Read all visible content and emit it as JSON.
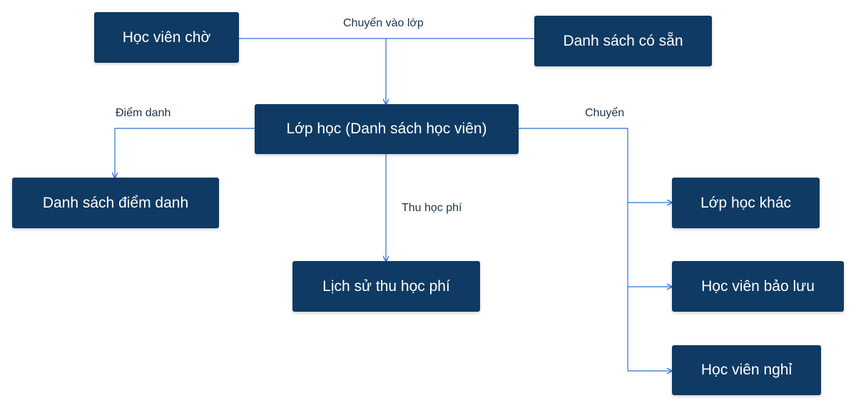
{
  "colors": {
    "node_fill": "#0f3a63",
    "node_text": "#ffffff",
    "edge": "#2f6fd6",
    "label_text": "#1d3350"
  },
  "nodes": {
    "waiting_students": "Học viên chờ",
    "available_list": "Danh sách có sẵn",
    "class": "Lớp học (Danh sách học viên)",
    "attendance_list": "Danh sách điểm danh",
    "fee_history": "Lịch sử thu học phí",
    "other_class": "Lớp học khác",
    "reserved_students": "Học viên bảo lưu",
    "dropped_students": "Học viên nghỉ"
  },
  "edge_labels": {
    "move_to_class": "Chuyển vào lớp",
    "attendance": "Điểm danh",
    "collect_fee": "Thu học phí",
    "transfer": "Chuyển"
  }
}
